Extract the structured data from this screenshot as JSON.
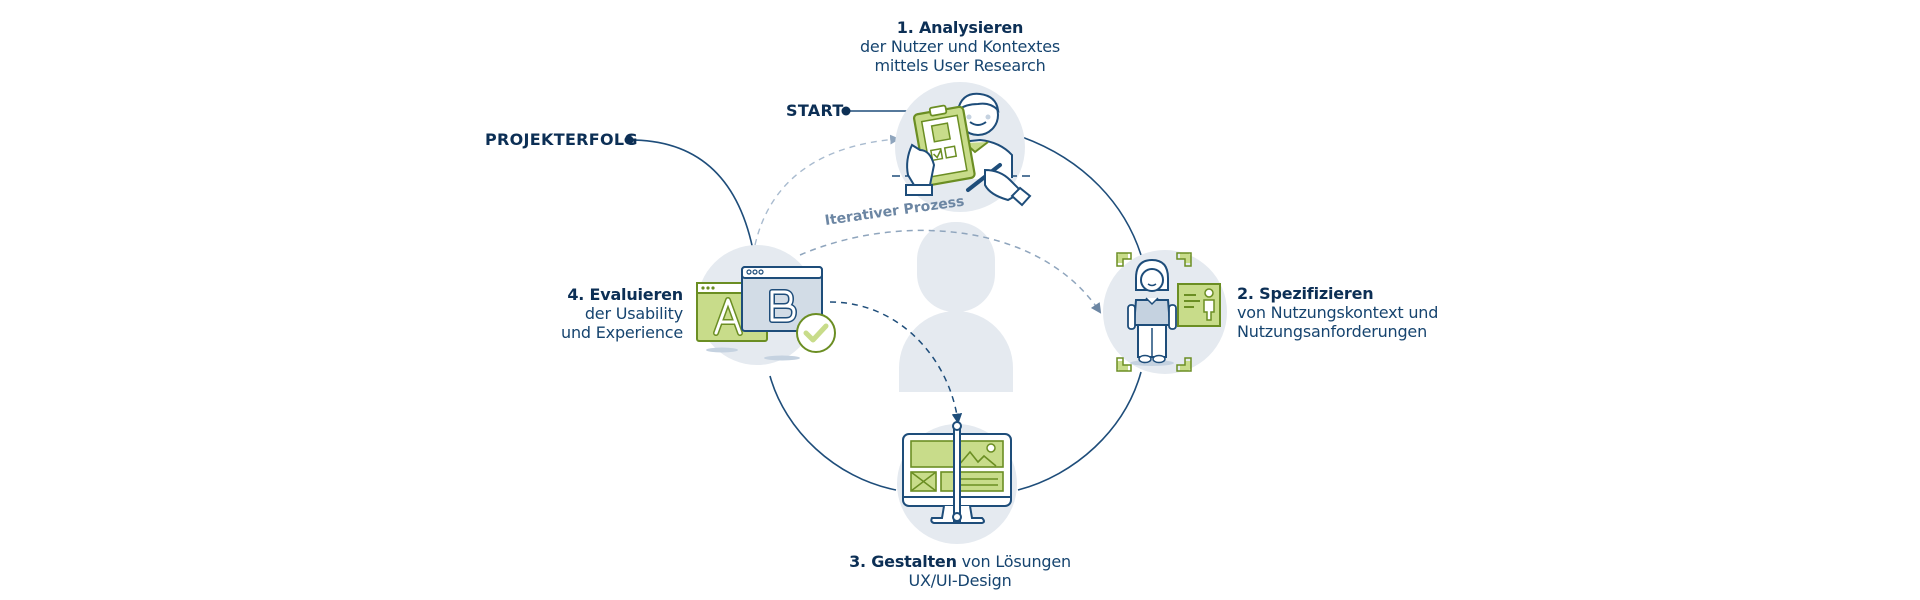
{
  "diagram": {
    "markers": {
      "start": "START",
      "success": "PROJEKTERFOLG"
    },
    "iterative_label": "Iterativer Prozess",
    "steps": [
      {
        "number_title": "1. Analysieren",
        "line1": "der Nutzer und Kontextes",
        "line2": "mittels User Research",
        "icon": "researcher-clipboard-icon"
      },
      {
        "number_title": "2. Spezifizieren",
        "line1": "von Nutzungskontext und",
        "line2": "Nutzungsanforderungen",
        "icon": "persona-profile-icon"
      },
      {
        "number_title": "3. Gestalten",
        "inline": " von Lösungen",
        "line2": "UX/UI-Design",
        "icon": "monitor-wireframe-icon"
      },
      {
        "number_title": "4. Evaluieren",
        "line1": "der Usability",
        "line2": "und Experience",
        "icon": "ab-test-icon"
      }
    ],
    "center_icon": "user-silhouette-icon",
    "colors": {
      "navy": "#0f3b66",
      "dark_navy": "#0c2f55",
      "light_circle": "#e5eaf0",
      "green_fill": "#c8dc8a",
      "green_stroke": "#6b8e23",
      "dashed": "#8fa5bd",
      "iter_text": "#6c86a3"
    }
  }
}
